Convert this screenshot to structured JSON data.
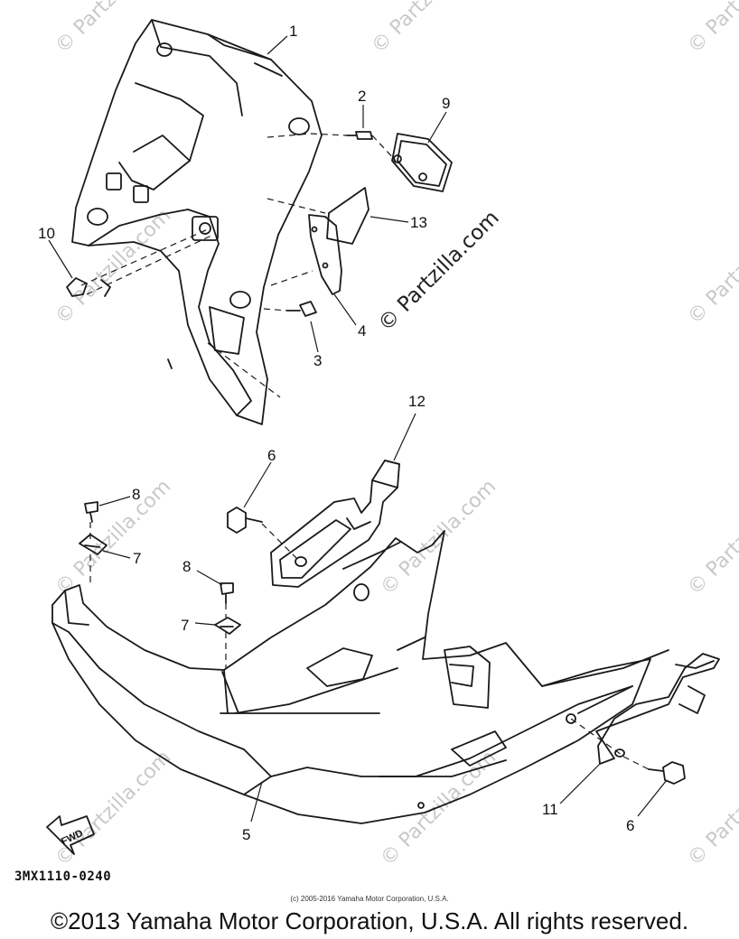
{
  "callouts": [
    "1",
    "2",
    "3",
    "4",
    "5",
    "6",
    "6",
    "7",
    "7",
    "8",
    "8",
    "9",
    "10",
    "11",
    "12",
    "13"
  ],
  "fwd_label": "FWD",
  "watermark_text": "© Partzilla.com",
  "diagram_code": "3MX1110-0240",
  "small_copyright": "(c) 2005-2016 Yamaha Motor Corporation, U.S.A.",
  "main_copyright": "©2013 Yamaha Motor Corporation, U.S.A. All rights reserved.",
  "colors": {
    "line": "#1a1a1a",
    "watermark": "#c9c9c9",
    "background": "#ffffff"
  }
}
